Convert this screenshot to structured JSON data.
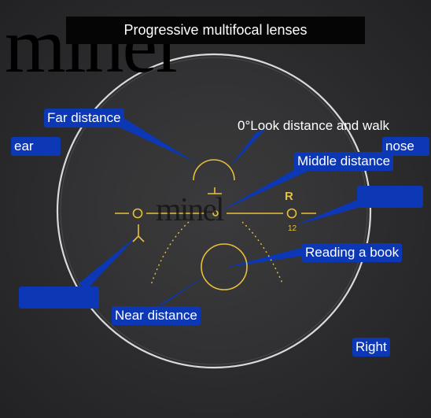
{
  "title": "Progressive multifocal lenses",
  "watermark": "minel",
  "lens": {
    "mark_R": "R",
    "mark_12": "12"
  },
  "labels": {
    "far_distance": "Far distance",
    "look_distance": "0°Look distance and walk",
    "ear": "ear",
    "nose": "nose",
    "middle_distance": "Middle distance",
    "reading": "Reading a book",
    "near_distance": "Near distance",
    "right": "Right"
  },
  "colors": {
    "background": "#2b2b2d",
    "lens_rim": "#d9dadc",
    "mark_yellow": "#e7c03a",
    "callout_blue": "#0c37b5",
    "title_bar": "#050505"
  }
}
